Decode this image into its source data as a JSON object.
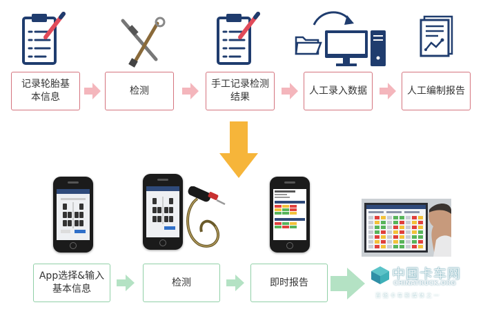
{
  "top_flow": {
    "steps": [
      {
        "label": "记录轮胎基本信息",
        "icon": "clipboard-icon"
      },
      {
        "label": "检测",
        "icon": "tire-gauge-icon"
      },
      {
        "label": "手工记录检测结果",
        "icon": "clipboard-icon"
      },
      {
        "label": "人工录入数据",
        "icon": "computer-transfer-icon"
      },
      {
        "label": "人工编制报告",
        "icon": "report-chart-icon"
      }
    ]
  },
  "bottom_flow": {
    "steps": [
      {
        "label": "App选择&输入基本信息",
        "icon": "phone-app-icon"
      },
      {
        "label": "检测",
        "icon": "phone-probe-icon"
      },
      {
        "label": "即时报告",
        "icon": "phone-report-icon"
      }
    ]
  },
  "watermark": {
    "cn": "中国卡车网",
    "en": "CHINATRUCK.ORG",
    "tagline": "百 强 卡 车 新 媒 体 之 一"
  },
  "colors": {
    "top_border": "#d4727d",
    "top_arrow": "#f4b6bc",
    "bottom_border": "#8fcfa6",
    "bottom_arrow": "#b4e2c4",
    "main_arrow": "#f6b53a",
    "icon_navy": "#1f3c6e"
  }
}
